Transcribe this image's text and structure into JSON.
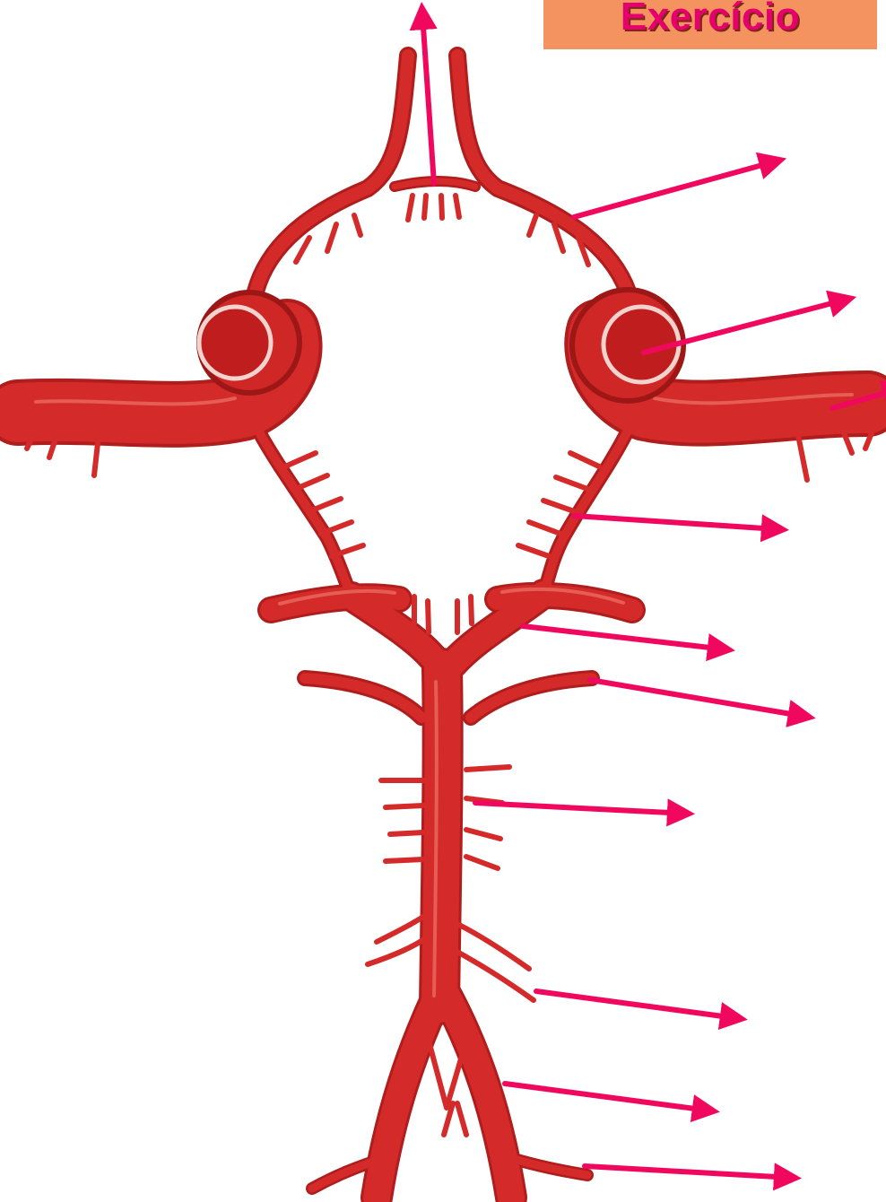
{
  "title": "Exercício",
  "colors": {
    "vessel": "#d42a2a",
    "vessel_dark": "#b01d1d",
    "vessel_light": "#e96a5f",
    "arrow": "#f0085e",
    "title_bg": "#f4935f",
    "title_text": "#e6006e"
  },
  "label_arrows": [
    {
      "id": "arrow-anterior-communicating",
      "icon": "arrow-up"
    },
    {
      "id": "arrow-anterior-cerebral",
      "icon": "arrow-right"
    },
    {
      "id": "arrow-internal-carotid",
      "icon": "arrow-right"
    },
    {
      "id": "arrow-middle-cerebral",
      "icon": "arrow-right"
    },
    {
      "id": "arrow-posterior-communicating",
      "icon": "arrow-right"
    },
    {
      "id": "arrow-posterior-cerebral",
      "icon": "arrow-right"
    },
    {
      "id": "arrow-superior-cerebellar",
      "icon": "arrow-right"
    },
    {
      "id": "arrow-basilar",
      "icon": "arrow-right"
    },
    {
      "id": "arrow-anterior-inferior-cerebellar",
      "icon": "arrow-right"
    },
    {
      "id": "arrow-vertebral",
      "icon": "arrow-right"
    },
    {
      "id": "arrow-posterior-inferior-cerebellar",
      "icon": "arrow-right"
    }
  ]
}
